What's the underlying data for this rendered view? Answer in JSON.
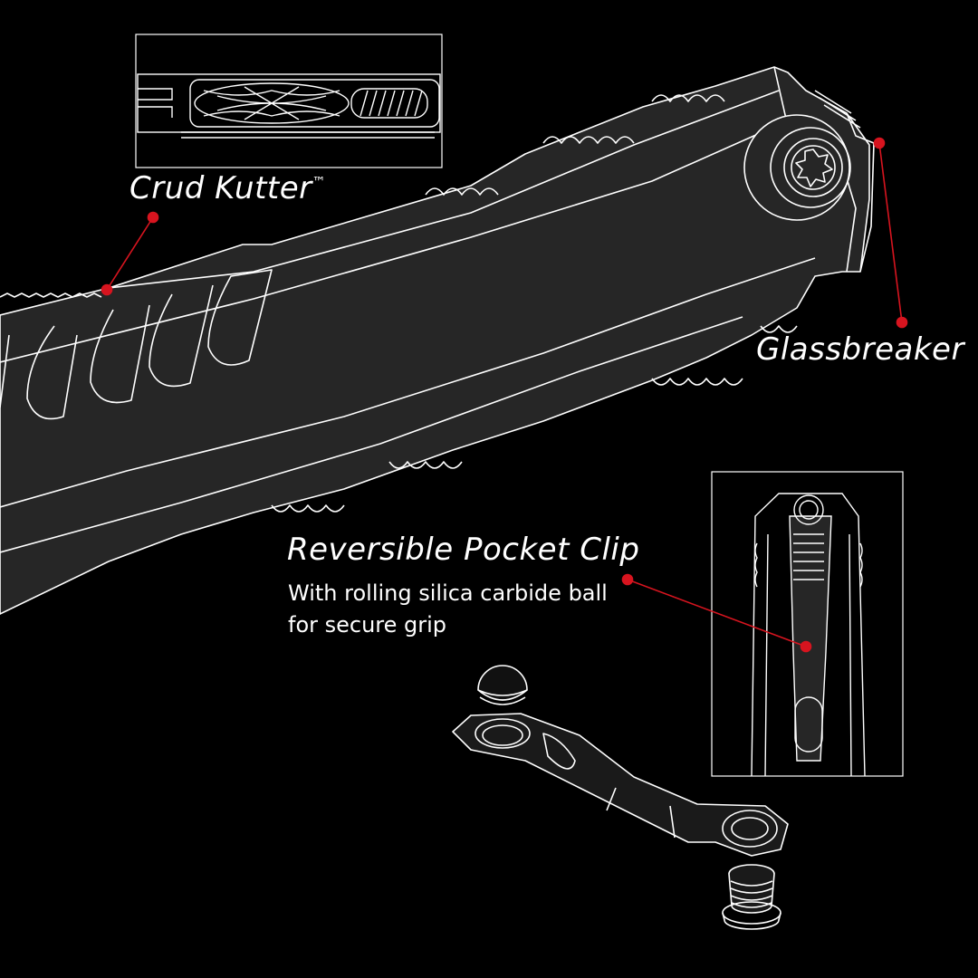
{
  "labels": {
    "crud_kutter": "Crud Kutter",
    "crud_kutter_mark": "™",
    "glassbreaker": "Glassbreaker",
    "pocket_clip": "Reversible Pocket Clip",
    "pocket_clip_desc_line1": "With rolling silica carbide ball",
    "pocket_clip_desc_line2": "for secure grip"
  },
  "colors": {
    "background": "#000000",
    "linework": "#ffffff",
    "callout": "#d7141f",
    "body_fill": "#262626"
  }
}
